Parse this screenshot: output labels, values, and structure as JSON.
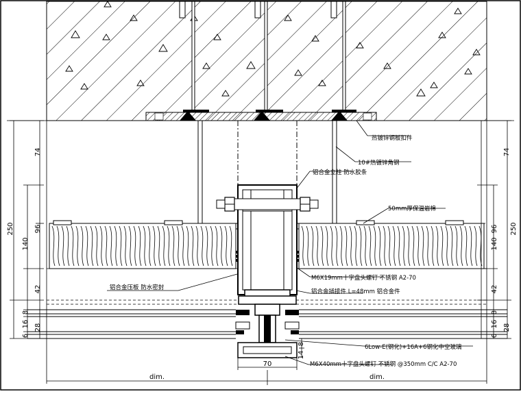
{
  "drawing": {
    "colors": {
      "line": "#000000",
      "paper": "#ffffff"
    },
    "labels": {
      "steel_plate": "热镀锌钢板扣件",
      "steel_bracket": "10#热镀锌角钢",
      "alu_profile": "铝合金立柱 防水胶条",
      "mineral_wool": "50mm厚保温岩棉",
      "screw_m6x19": "M6X19mm十字盘头螺钉 不锈钢 A2-70",
      "alu_clip": "铝合金插接件 L=48mm 铝合金件",
      "glass": "6Low-E(钢化)+16A+6钢化中空玻璃",
      "screw_m6x40": "M6X40mm十字盘头螺钉 不锈钢 @350mm C/C A2-70",
      "top_clip": "铝合金压板 防水密封"
    },
    "dims": {
      "left": [
        "74",
        "96",
        "140",
        "250",
        "42",
        "8",
        "16",
        "6",
        "28"
      ],
      "right": [
        "74",
        "96",
        "140",
        "250",
        "42",
        "8",
        "16",
        "6",
        "28"
      ],
      "right_lower": [
        "8",
        "16",
        "6",
        "28"
      ],
      "bottom_14": "14",
      "bottom_8": "8",
      "bottom_70": "70",
      "dim_left": "dim.",
      "dim_right": "dim."
    }
  }
}
